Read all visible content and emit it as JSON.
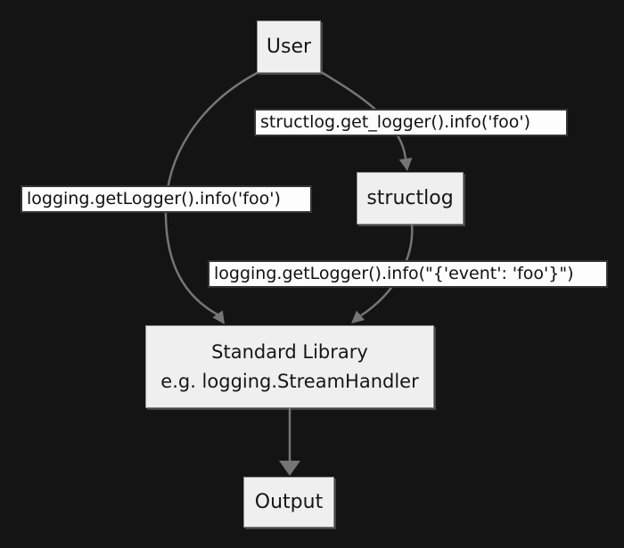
{
  "diagram": {
    "nodes": {
      "user": {
        "label": "User"
      },
      "structlog": {
        "label": "structlog"
      },
      "standard_library": {
        "line1": "Standard Library",
        "line2": "e.g. logging.StreamHandler"
      },
      "output": {
        "label": "Output"
      }
    },
    "edges": {
      "user_to_structlog": {
        "label": "structlog.get_logger().info('foo')"
      },
      "user_to_standard_library": {
        "label": "logging.getLogger().info('foo')"
      },
      "structlog_to_standard_library": {
        "label": "logging.getLogger().info(\"{'event': 'foo'}\")"
      },
      "standard_library_to_output": {
        "label": ""
      }
    },
    "colors": {
      "background": "#141414",
      "node_fill": "#efefef",
      "node_border": "#8a8a8a",
      "node_shadow": "#6e6e6e",
      "edge_label_fill": "#fdfdfd",
      "edge_label_border": "#333333",
      "edge_stroke": "#757575",
      "text": "#161616"
    }
  }
}
